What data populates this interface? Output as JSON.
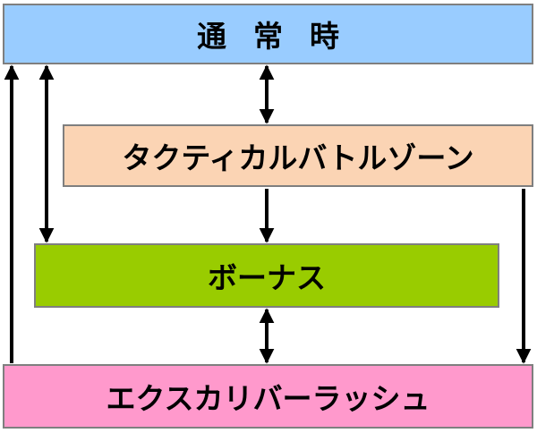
{
  "states": {
    "normal": {
      "label": "通常時",
      "color": "#99ccff"
    },
    "tactical": {
      "label": "タクティカルバトルゾーン",
      "color": "#fbd4b4"
    },
    "bonus": {
      "label": "ボーナス",
      "color": "#99cc00"
    },
    "excalibur": {
      "label": "エクスカリバーラッシュ",
      "color": "#ff99cc"
    }
  },
  "arrow_color": "#000000"
}
